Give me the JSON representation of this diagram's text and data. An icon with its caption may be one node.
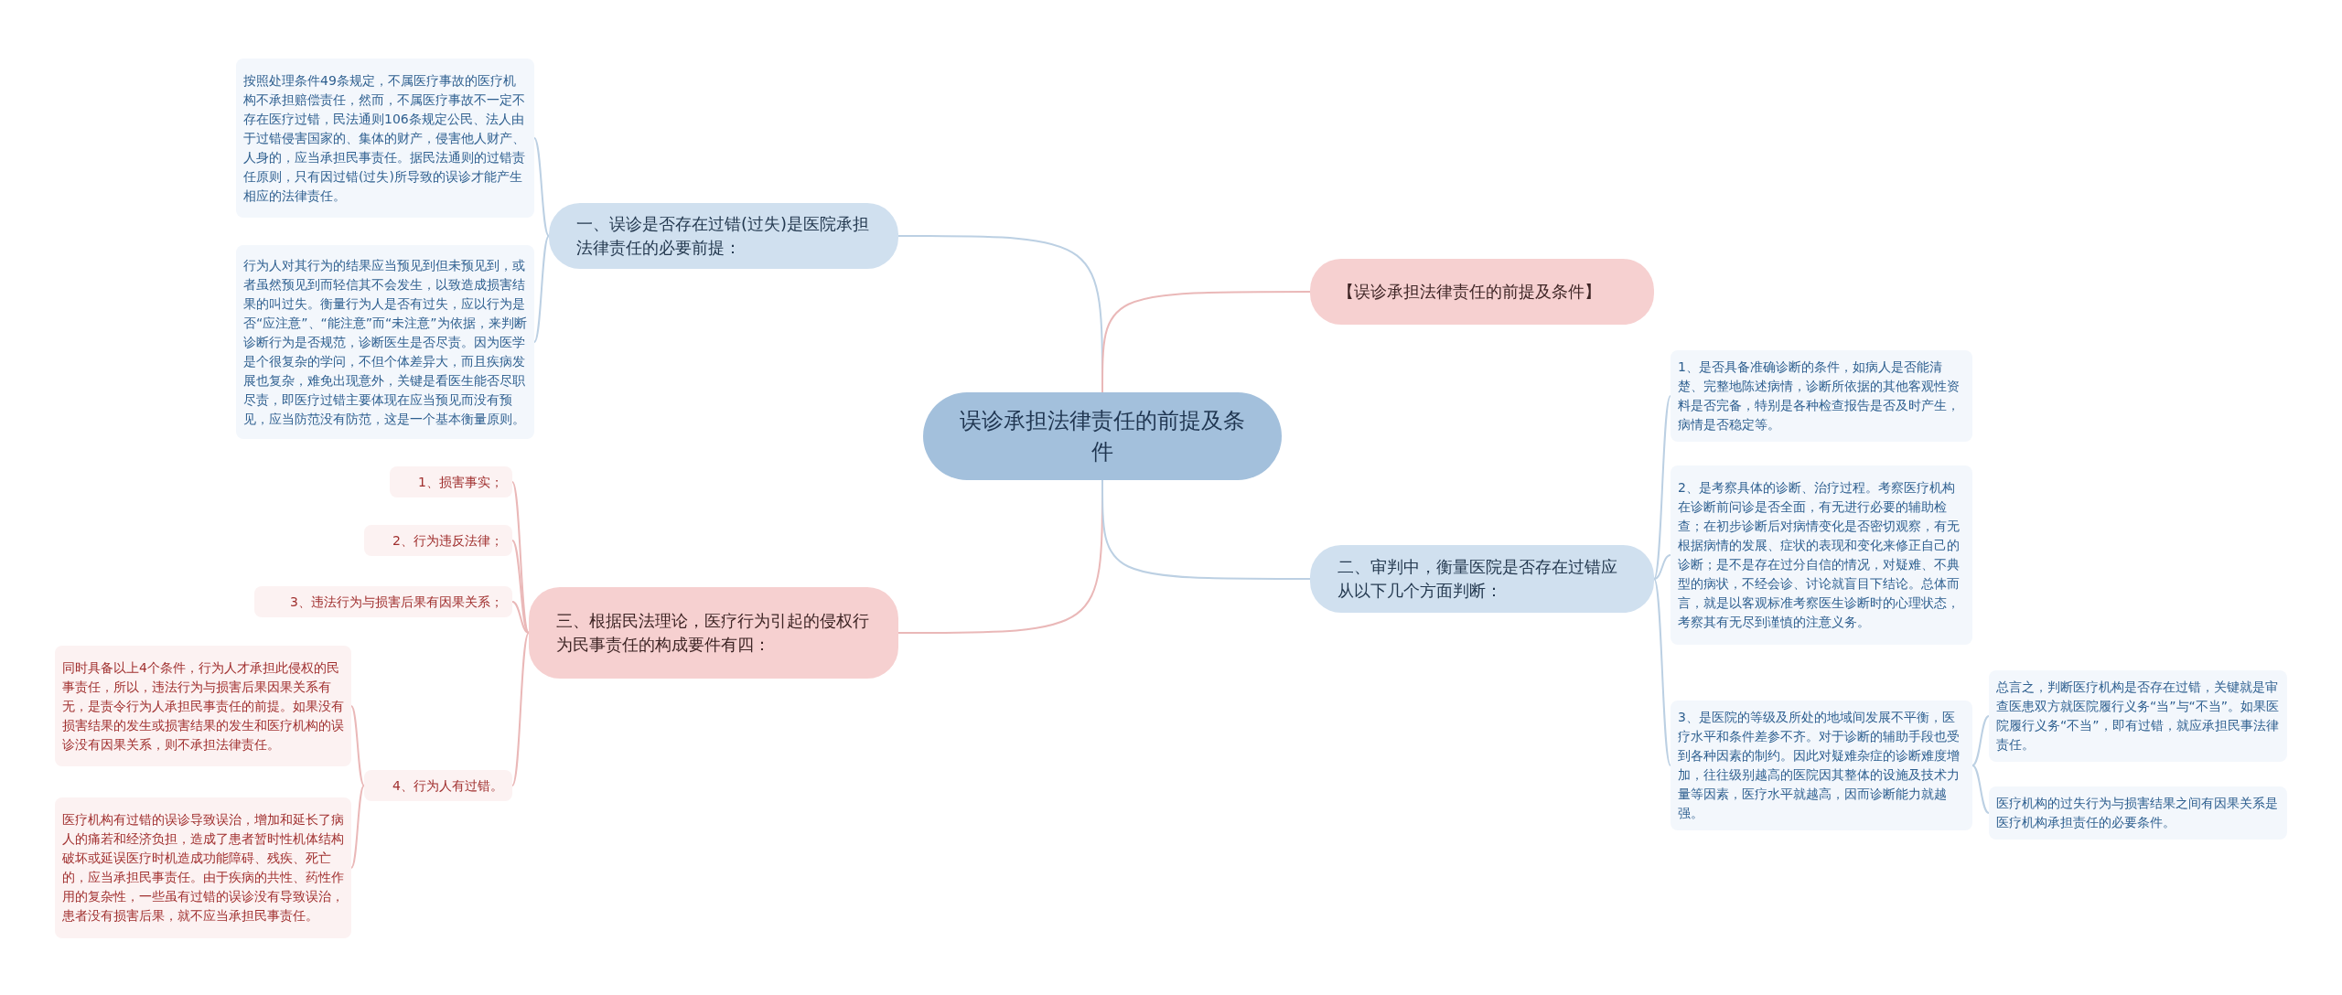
{
  "diagram": {
    "nodes": [
      {
        "text": [
          "误诊承担法律责任的前提及条件"
        ]
      },
      {
        "text": [
          "一、误诊是否存在过错(过失)是医院承担法律责任的必要前提："
        ]
      },
      {
        "text": [
          "按照处理条件49条规定，不属医疗事故的医疗机构不承担赔偿责任，然而，不属医疗事故不一定不存在医疗过错，民法通则106条规定公民、法人由于过错侵害国家的、集体的财产，侵害他人财产、人身的，应当承担民事责任。据民法通则的过错责任原则，只有因过错(过失)所导致的误诊才能产生相应的法律责任。"
        ]
      },
      {
        "text": [
          "行为人对其行为的结果应当预见到但未预见到，或者虽然预见到而轻信其不会发生，以致造成损害结果的叫过失。衡量行为人是否有过失，应以行为是否“应注意”、“能注意”而“未注意”为依据，来判断诊断行为是否规范，诊断医生是否尽责。因为医学是个很复杂的学问，不但个体差异大，而且疾病发展也复杂，难免出现意外，关键是看医生能否尽职尽责，即医疗过错主要体现在应当预见而没有预见，应当防范没有防范，这是一个基本衡量原则。"
        ]
      },
      {
        "text": [
          "三、根据民法理论，医疗行为引起的侵权行为民事责任的构成要件有四："
        ]
      },
      {
        "text": [
          "1、损害事实；"
        ]
      },
      {
        "text": [
          "2、行为违反法律；"
        ]
      },
      {
        "text": [
          "3、违法行为与损害后果有因果关系；"
        ]
      },
      {
        "text": [
          "4、行为人有过错。"
        ]
      },
      {
        "text": [
          "同时具备以上4个条件，行为人才承担此侵权的民事责任，所以，违法行为与损害后果因果关系有无，是责令行为人承担民事责任的前提。如果没有损害结果的发生或损害结果的发生和医疗机构的误诊没有因果关系，则不承担法律责任。"
        ]
      },
      {
        "text": [
          "医疗机构有过错的误诊导致误治，增加和延长了病人的痛若和经济负担，造成了患者暂时性机体结构破坏或延误医疗时机造成功能障碍、残疾、死亡的，应当承担民事责任。由于疾病的共性、药性作用的复杂性，一些虽有过错的误诊没有导致误治，患者没有损害后果，就不应当承担民事责任。"
        ]
      },
      {
        "text": [
          "【误诊承担法律责任的前提及条件】"
        ]
      },
      {
        "text": [
          "二、审判中，衡量医院是否存在过错应从以下几个方面判断："
        ]
      },
      {
        "text": [
          "1、是否具备准确诊断的条件，如病人是否能清楚、完整地陈述病情，诊断所依据的其他客观性资料是否完备，特别是各种检查报告是否及时产生，病情是否稳定等。"
        ]
      },
      {
        "text": [
          "2、是考察具体的诊断、治疗过程。考察医疗机构在诊断前问诊是否全面，有无进行必要的辅助检查；在初步诊断后对病情变化是否密切观察，有无根据病情的发展、症状的表现和变化来修正自己的诊断；是不是存在过分自信的情况，对疑难、不典型的病状，不经会诊、讨论就盲目下结论。总体而言，就是以客观标准考察医生诊断时的心理状态，考察其有无尽到谨慎的注意义务。"
        ]
      },
      {
        "text": [
          "3、是医院的等级及所处的地域间发展不平衡，医疗水平和条件差参不齐。对于诊断的辅助手段也受到各种因素的制约。因此对疑难杂症的诊断难度增加，往往级别越高的医院因其整体的设施及技术力量等因素，医疗水平就越高，因而诊断能力就越强。"
        ]
      },
      {
        "text": [
          "总言之，判断医疗机构是否存在过错，关键就是审查医患双方就医院履行义务“当”与“不当”。如果医院履行义务“不当”，即有过错，就应承担民事法律责任。"
        ]
      },
      {
        "text": [
          "医疗机构的过失行为与损害结果之间有因果关系是医疗机构承担责任的必要条件。"
        ]
      }
    ],
    "edges": [
      {
        "from": 0,
        "to": 1,
        "arrow": "none"
      },
      {
        "from": 1,
        "to": 2,
        "arrow": "none"
      },
      {
        "from": 1,
        "to": 3,
        "arrow": "none"
      },
      {
        "from": 0,
        "to": 4,
        "arrow": "none",
        "color": "#eab8b8"
      },
      {
        "from": 4,
        "to": 5,
        "arrow": "none",
        "color": "#eab8b8"
      },
      {
        "from": 4,
        "to": 6,
        "arrow": "none",
        "color": "#eab8b8"
      },
      {
        "from": 4,
        "to": 7,
        "arrow": "none",
        "color": "#eab8b8"
      },
      {
        "from": 4,
        "to": 8,
        "arrow": "none",
        "color": "#eab8b8"
      },
      {
        "from": 8,
        "to": 9,
        "arrow": "none",
        "color": "#eab8b8"
      },
      {
        "from": 8,
        "to": 10,
        "arrow": "none",
        "color": "#eab8b8"
      },
      {
        "from": 0,
        "to": 11,
        "arrow": "none",
        "color": "#eab8b8"
      },
      {
        "from": 0,
        "to": 12,
        "arrow": "none"
      },
      {
        "from": 12,
        "to": 13,
        "arrow": "none"
      },
      {
        "from": 12,
        "to": 14,
        "arrow": "none"
      },
      {
        "from": 12,
        "to": 15,
        "arrow": "none"
      },
      {
        "from": 15,
        "to": 16,
        "arrow": "none"
      },
      {
        "from": 15,
        "to": 17,
        "arrow": "none"
      }
    ]
  }
}
